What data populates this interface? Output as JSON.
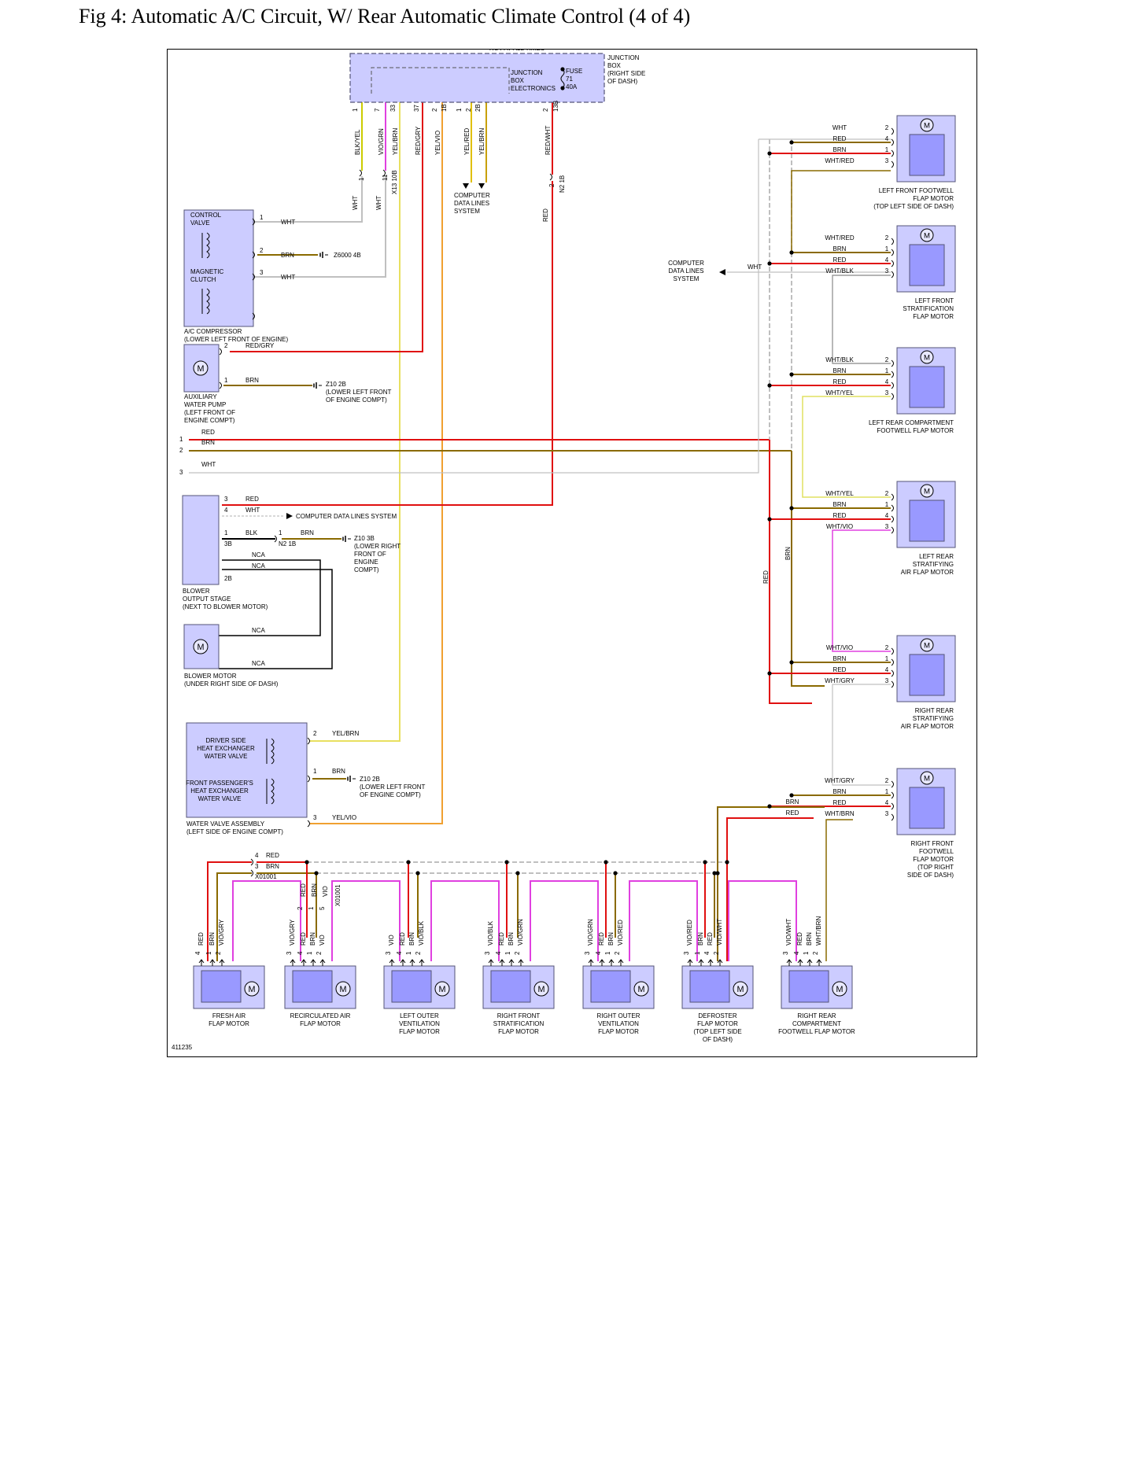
{
  "title": "Fig 4: Automatic A/C Circuit, W/ Rear Automatic Climate Control (4 of 4)",
  "diagram_id": "411235",
  "top": {
    "hot": "HOT AT ALL TIMES",
    "jb_elec": [
      "JUNCTION",
      "BOX",
      "ELECTRONICS"
    ],
    "fuse": [
      "FUSE",
      "71",
      "40A"
    ],
    "jb": [
      "JUNCTION",
      "BOX",
      "(RIGHT SIDE",
      "OF DASH)"
    ],
    "pins": [
      "1",
      "7",
      "33",
      "37",
      "2",
      "1B",
      "1",
      "2",
      "2B",
      "2",
      "13B"
    ],
    "wires": [
      "BLK/YEL",
      "VIO/GRN",
      "YEL/BRN",
      "RED/GRY",
      "YEL/VIO",
      "YEL/RED",
      "YEL/BRN",
      "RED/WHT"
    ],
    "x13_pins": [
      "1",
      "11"
    ],
    "x13": "X13 10B",
    "x13_wires": [
      "WHT",
      "WHT"
    ],
    "n2_pin": "2",
    "n2": "N2 1B",
    "red": "RED",
    "cdl": [
      "COMPUTER",
      "DATA LINES",
      "SYSTEM"
    ]
  },
  "compressor": {
    "control_valve": [
      "CONTROL",
      "VALVE"
    ],
    "clutch": [
      "MAGNETIC",
      "CLUTCH"
    ],
    "name": [
      "A/C COMPRESSOR",
      "(LOWER LEFT FRONT OF ENGINE)"
    ],
    "pins": [
      "1",
      "2",
      "3"
    ],
    "wires": [
      "WHT",
      "BRN",
      "WHT"
    ],
    "ground": "Z6000 4B"
  },
  "pump": {
    "name": [
      "AUXILIARY",
      "WATER PUMP",
      "(LEFT FRONT OF",
      "ENGINE COMPT)"
    ],
    "pins": [
      "2",
      "1"
    ],
    "wires": [
      "RED/GRY",
      "BRN"
    ],
    "ground": [
      "Z10 2B",
      "(LOWER LEFT FRONT",
      "OF ENGINE COMPT)"
    ]
  },
  "bus": {
    "nums": [
      "1",
      "2",
      "3"
    ],
    "wires": [
      "RED",
      "BRN",
      "WHT"
    ]
  },
  "blower_stage": {
    "name": [
      "BLOWER",
      "OUTPUT STAGE",
      "(NEXT TO BLOWER MOTOR)"
    ],
    "pins": [
      "3",
      "4",
      "1",
      "3B",
      "2B"
    ],
    "wires": [
      "RED",
      "WHT",
      "BLK",
      "NCA",
      "NCA"
    ],
    "cdl": "COMPUTER DATA LINES SYSTEM",
    "n2_pin": "1",
    "n2": "N2 1B",
    "brn": "BRN",
    "ground": [
      "Z10 3B",
      "(LOWER RIGHT",
      "FRONT OF",
      "ENGINE",
      "COMPT)"
    ]
  },
  "blower_motor": {
    "name": [
      "BLOWER MOTOR",
      "(UNDER RIGHT SIDE OF DASH)"
    ],
    "wires": [
      "NCA",
      "NCA"
    ]
  },
  "valves": {
    "driver": [
      "DRIVER SIDE",
      "HEAT EXCHANGER",
      "WATER VALVE"
    ],
    "passenger": [
      "FRONT PASSENGER'S",
      "HEAT EXCHANGER",
      "WATER VALVE"
    ],
    "name": [
      "WATER VALVE ASSEMBLY",
      "(LEFT SIDE OF ENGINE COMPT)"
    ],
    "pins": [
      "2",
      "1",
      "3"
    ],
    "wires": [
      "YEL/BRN",
      "BRN",
      "YEL/VIO"
    ],
    "ground": [
      "Z10 2B",
      "(LOWER LEFT FRONT",
      "OF ENGINE COMPT)"
    ]
  },
  "x01001": {
    "pins": [
      "4",
      "3"
    ],
    "wires": [
      "RED",
      "BRN"
    ],
    "label": "X01001"
  },
  "recirc_x01001": {
    "pins": [
      "2",
      "1",
      "5"
    ],
    "wires": [
      "RED",
      "BRN",
      "VIO"
    ],
    "label": "X01001"
  },
  "right_cdl": {
    "text": [
      "COMPUTER",
      "DATA LINES",
      "SYSTEM"
    ],
    "wire": "WHT"
  },
  "vertical_labels": [
    "RED",
    "BRN"
  ],
  "right_mid_wires": [
    "BRN",
    "RED"
  ],
  "right_motors": [
    {
      "name": [
        "LEFT FRONT FOOTWELL",
        "FLAP MOTOR",
        "(TOP LEFT SIDE OF DASH)"
      ],
      "wires": [
        "WHT",
        "RED",
        "BRN",
        "WHT/RED"
      ],
      "pins": [
        "2",
        "4",
        "1",
        "3"
      ]
    },
    {
      "name": [
        "LEFT FRONT",
        "STRATIFICATION",
        "FLAP MOTOR"
      ],
      "wires": [
        "WHT/RED",
        "BRN",
        "RED",
        "WHT/BLK"
      ],
      "pins": [
        "2",
        "1",
        "4",
        "3"
      ]
    },
    {
      "name": [
        "LEFT REAR COMPARTMENT",
        "FOOTWELL FLAP MOTOR"
      ],
      "wires": [
        "WHT/BLK",
        "BRN",
        "RED",
        "WHT/YEL"
      ],
      "pins": [
        "2",
        "1",
        "4",
        "3"
      ]
    },
    {
      "name": [
        "LEFT REAR",
        "STRATIFYING",
        "AIR FLAP MOTOR"
      ],
      "wires": [
        "WHT/YEL",
        "BRN",
        "RED",
        "WHT/VIO"
      ],
      "pins": [
        "2",
        "1",
        "4",
        "3"
      ]
    },
    {
      "name": [
        "RIGHT REAR",
        "STRATIFYING",
        "AIR FLAP MOTOR"
      ],
      "wires": [
        "WHT/VIO",
        "BRN",
        "RED",
        "WHT/GRY"
      ],
      "pins": [
        "2",
        "1",
        "4",
        "3"
      ]
    },
    {
      "name": [
        "RIGHT FRONT",
        "FOOTWELL",
        "FLAP MOTOR",
        "(TOP RIGHT",
        "SIDE OF DASH)"
      ],
      "wires": [
        "WHT/GRY",
        "BRN",
        "RED",
        "WHT/BRN"
      ],
      "pins": [
        "2",
        "1",
        "4",
        "3"
      ]
    }
  ],
  "bottom_motors": [
    {
      "name": [
        "FRESH AIR",
        "FLAP MOTOR"
      ],
      "pins": [
        "4",
        "1",
        "2"
      ],
      "wires": [
        "RED",
        "BRN",
        "VIO/GRY"
      ]
    },
    {
      "name": [
        "RECIRCULATED AIR",
        "FLAP MOTOR"
      ],
      "pins": [
        "3",
        "4",
        "1",
        "2"
      ],
      "wires": [
        "VIO/GRY",
        "RED",
        "BRN",
        "VIO"
      ]
    },
    {
      "name": [
        "LEFT OUTER",
        "VENTILATION",
        "FLAP MOTOR"
      ],
      "pins": [
        "3",
        "4",
        "1",
        "2"
      ],
      "wires": [
        "VIO",
        "RED",
        "BRN",
        "VIO/BLK"
      ]
    },
    {
      "name": [
        "RIGHT FRONT",
        "STRATIFICATION",
        "FLAP MOTOR"
      ],
      "pins": [
        "3",
        "4",
        "1",
        "2"
      ],
      "wires": [
        "VIO/BLK",
        "RED",
        "BRN",
        "VIO/GRN"
      ]
    },
    {
      "name": [
        "RIGHT OUTER",
        "VENTILATION",
        "FLAP MOTOR"
      ],
      "pins": [
        "3",
        "4",
        "1",
        "2"
      ],
      "wires": [
        "VIO/GRN",
        "RED",
        "BRN",
        "VIO/RED"
      ]
    },
    {
      "name": [
        "DEFROSTER",
        "FLAP MOTOR",
        "(TOP LEFT SIDE",
        "OF DASH)"
      ],
      "pins": [
        "3",
        "1",
        "4",
        "2"
      ],
      "wires": [
        "VIO/RED",
        "BRN",
        "RED",
        "VIO/WHT"
      ]
    },
    {
      "name": [
        "RIGHT REAR",
        "COMPARTMENT",
        "FOOTWELL FLAP MOTOR"
      ],
      "pins": [
        "3",
        "4",
        "1",
        "2"
      ],
      "wires": [
        "VIO/WHT",
        "RED",
        "BRN",
        "WHT/BRN"
      ]
    }
  ],
  "colors": {
    "red": "#e01010",
    "brn": "#8a6a00",
    "wht": "#c0c0c0",
    "vio": "#e040e0",
    "yel": "#e8e060",
    "org": "#f0a030",
    "component": "#ccccff",
    "component_border": "#555577"
  },
  "icons": [
    "motor-icon",
    "ground-icon",
    "arrow-icon",
    "coil-icon",
    "connector-icon"
  ]
}
